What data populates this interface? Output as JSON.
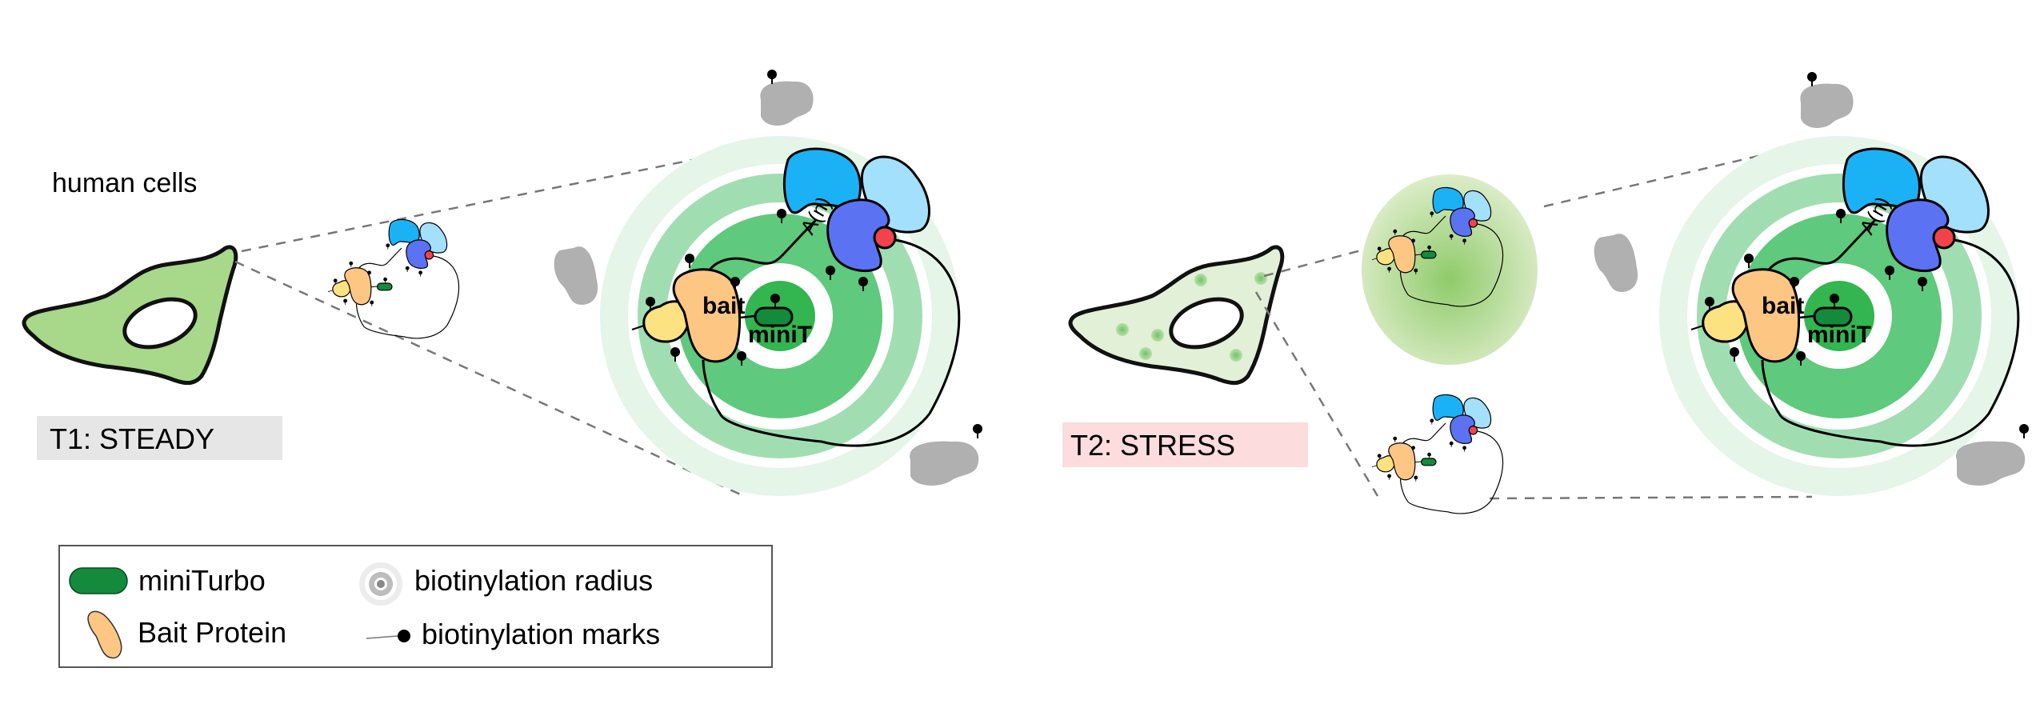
{
  "header": {
    "cells_label": "human cells"
  },
  "conditions": {
    "t1": "T1: STEADY",
    "t2": "T2: STRESS"
  },
  "complex": {
    "bait_label": "bait",
    "minit_label": "miniT",
    "polya_label": "A(n)"
  },
  "legend": {
    "miniturbo": "miniTurbo",
    "bait_protein": "Bait Protein",
    "radius": "biotinylation radius",
    "marks": "biotinylation marks"
  },
  "colors": {
    "t1_bg": "#e6e6e6",
    "t2_bg": "#fcdcdc",
    "minit": "#138a3c",
    "bait": "#fdc683",
    "partner": "#fde282",
    "blue": "#1ab2f5",
    "light_blue": "#a3e0fb",
    "indigo": "#5b72f2",
    "red": "#f2434b"
  }
}
